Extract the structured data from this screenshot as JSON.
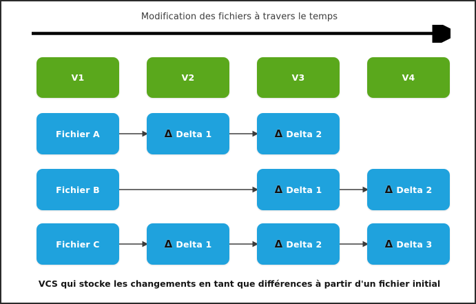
{
  "diagram": {
    "title": "Modification des fichiers à travers le temps",
    "caption": "VCS qui stocke les changements en tant que différences à partir d'un fichier initial",
    "delta_symbol": "Δ",
    "colors": {
      "version_box": "#5aa81c",
      "file_box": "#1fa2dd",
      "delta_box": "#1fa2dd",
      "box_text": "#ffffff",
      "arrow": "#3c3c3c",
      "timeline_arrow": "#000000",
      "frame_border": "#2b2b2b",
      "background": "#ffffff",
      "title_text": "#3b3b3b",
      "caption_text": "#141414"
    },
    "versions": [
      {
        "label": "V1"
      },
      {
        "label": "V2"
      },
      {
        "label": "V3"
      },
      {
        "label": "V4"
      }
    ],
    "rows": [
      {
        "name": "fichier-a",
        "cells": [
          {
            "type": "file",
            "label": "Fichier A",
            "column": 1
          },
          {
            "type": "delta",
            "label": "Delta 1",
            "column": 2
          },
          {
            "type": "delta",
            "label": "Delta 2",
            "column": 3
          }
        ]
      },
      {
        "name": "fichier-b",
        "cells": [
          {
            "type": "file",
            "label": "Fichier B",
            "column": 1
          },
          {
            "type": "delta",
            "label": "Delta 1",
            "column": 3
          },
          {
            "type": "delta",
            "label": "Delta 2",
            "column": 4
          }
        ]
      },
      {
        "name": "fichier-c",
        "cells": [
          {
            "type": "file",
            "label": "Fichier C",
            "column": 1
          },
          {
            "type": "delta",
            "label": "Delta 1",
            "column": 2
          },
          {
            "type": "delta",
            "label": "Delta 2",
            "column": 3
          },
          {
            "type": "delta",
            "label": "Delta 3",
            "column": 4
          }
        ]
      }
    ]
  }
}
